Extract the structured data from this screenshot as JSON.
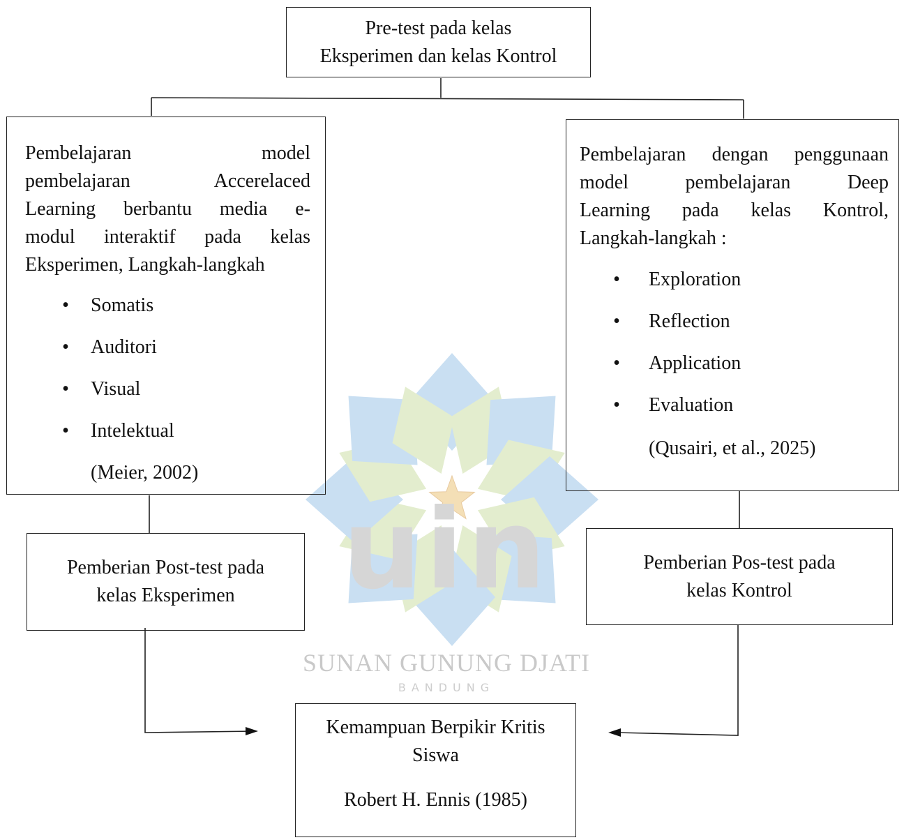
{
  "top_box": {
    "line1": "Pre-test pada kelas",
    "line2": "Eksperimen dan kelas Kontrol"
  },
  "left_box": {
    "intro_lines": [
      "Pembelajaran model",
      "pembelajaran Accerelaced",
      "Learning berbantu media e-",
      "modul interaktif pada kelas",
      "Eksperimen, Langkah-langkah"
    ],
    "bullets": [
      "Somatis",
      "Auditori",
      "Visual",
      "Intelektual"
    ],
    "citation": "(Meier, 2002)"
  },
  "right_box": {
    "intro_lines": [
      "Pembelajaran dengan penggunaan",
      "model pembelajaran Deep",
      "Learning pada kelas Kontrol,",
      "Langkah-langkah :"
    ],
    "bullets": [
      "Exploration",
      "Reflection",
      "Application",
      "Evaluation"
    ],
    "citation": "(Qusairi, et al., 2025)"
  },
  "left_post_box": {
    "line1": "Pemberian Post-test pada",
    "line2": "kelas Eksperimen"
  },
  "right_post_box": {
    "line1": "Pemberian Pos-test pada",
    "line2": "kelas Kontrol"
  },
  "bottom_box": {
    "line1": "Kemampuan Berpikir Kritis",
    "line2": "Siswa",
    "line3": "Robert H. Ennis (1985)"
  },
  "watermark": {
    "logo_text": "uin",
    "line1": "SUNAN GUNUNG DJATI",
    "line2": "BANDUNG",
    "colors": {
      "blue": "#c9dff2",
      "green": "#e3edce",
      "star": "#f4dfb6",
      "gray": "#cfcfcf"
    }
  }
}
